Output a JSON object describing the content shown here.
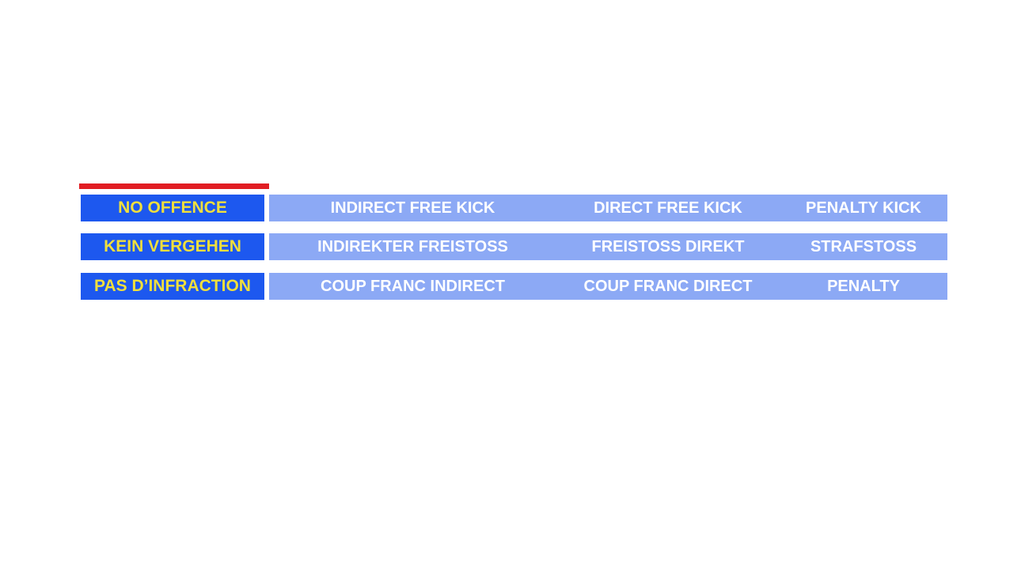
{
  "colors": {
    "background": "#ffffff",
    "accent_red": "#e11d23",
    "dark_blue": "#1d58ef",
    "light_blue": "#8ca9f5",
    "yellow": "#f0df3c",
    "text_white": "#ffffff"
  },
  "table": {
    "rows": [
      {
        "label": "NO OFFENCE",
        "cells": [
          "INDIRECT FREE KICK",
          "DIRECT FREE KICK",
          "PENALTY KICK"
        ]
      },
      {
        "label": "KEIN VERGEHEN",
        "cells": [
          "INDIREKTER FREISTOSS",
          "FREISTOSS DIREKT",
          "STRAFSTOSS"
        ]
      },
      {
        "label": "PAS D’INFRACTION",
        "cells": [
          "COUP FRANC INDIRECT",
          "COUP FRANC DIRECT",
          "PENALTY"
        ]
      }
    ]
  }
}
